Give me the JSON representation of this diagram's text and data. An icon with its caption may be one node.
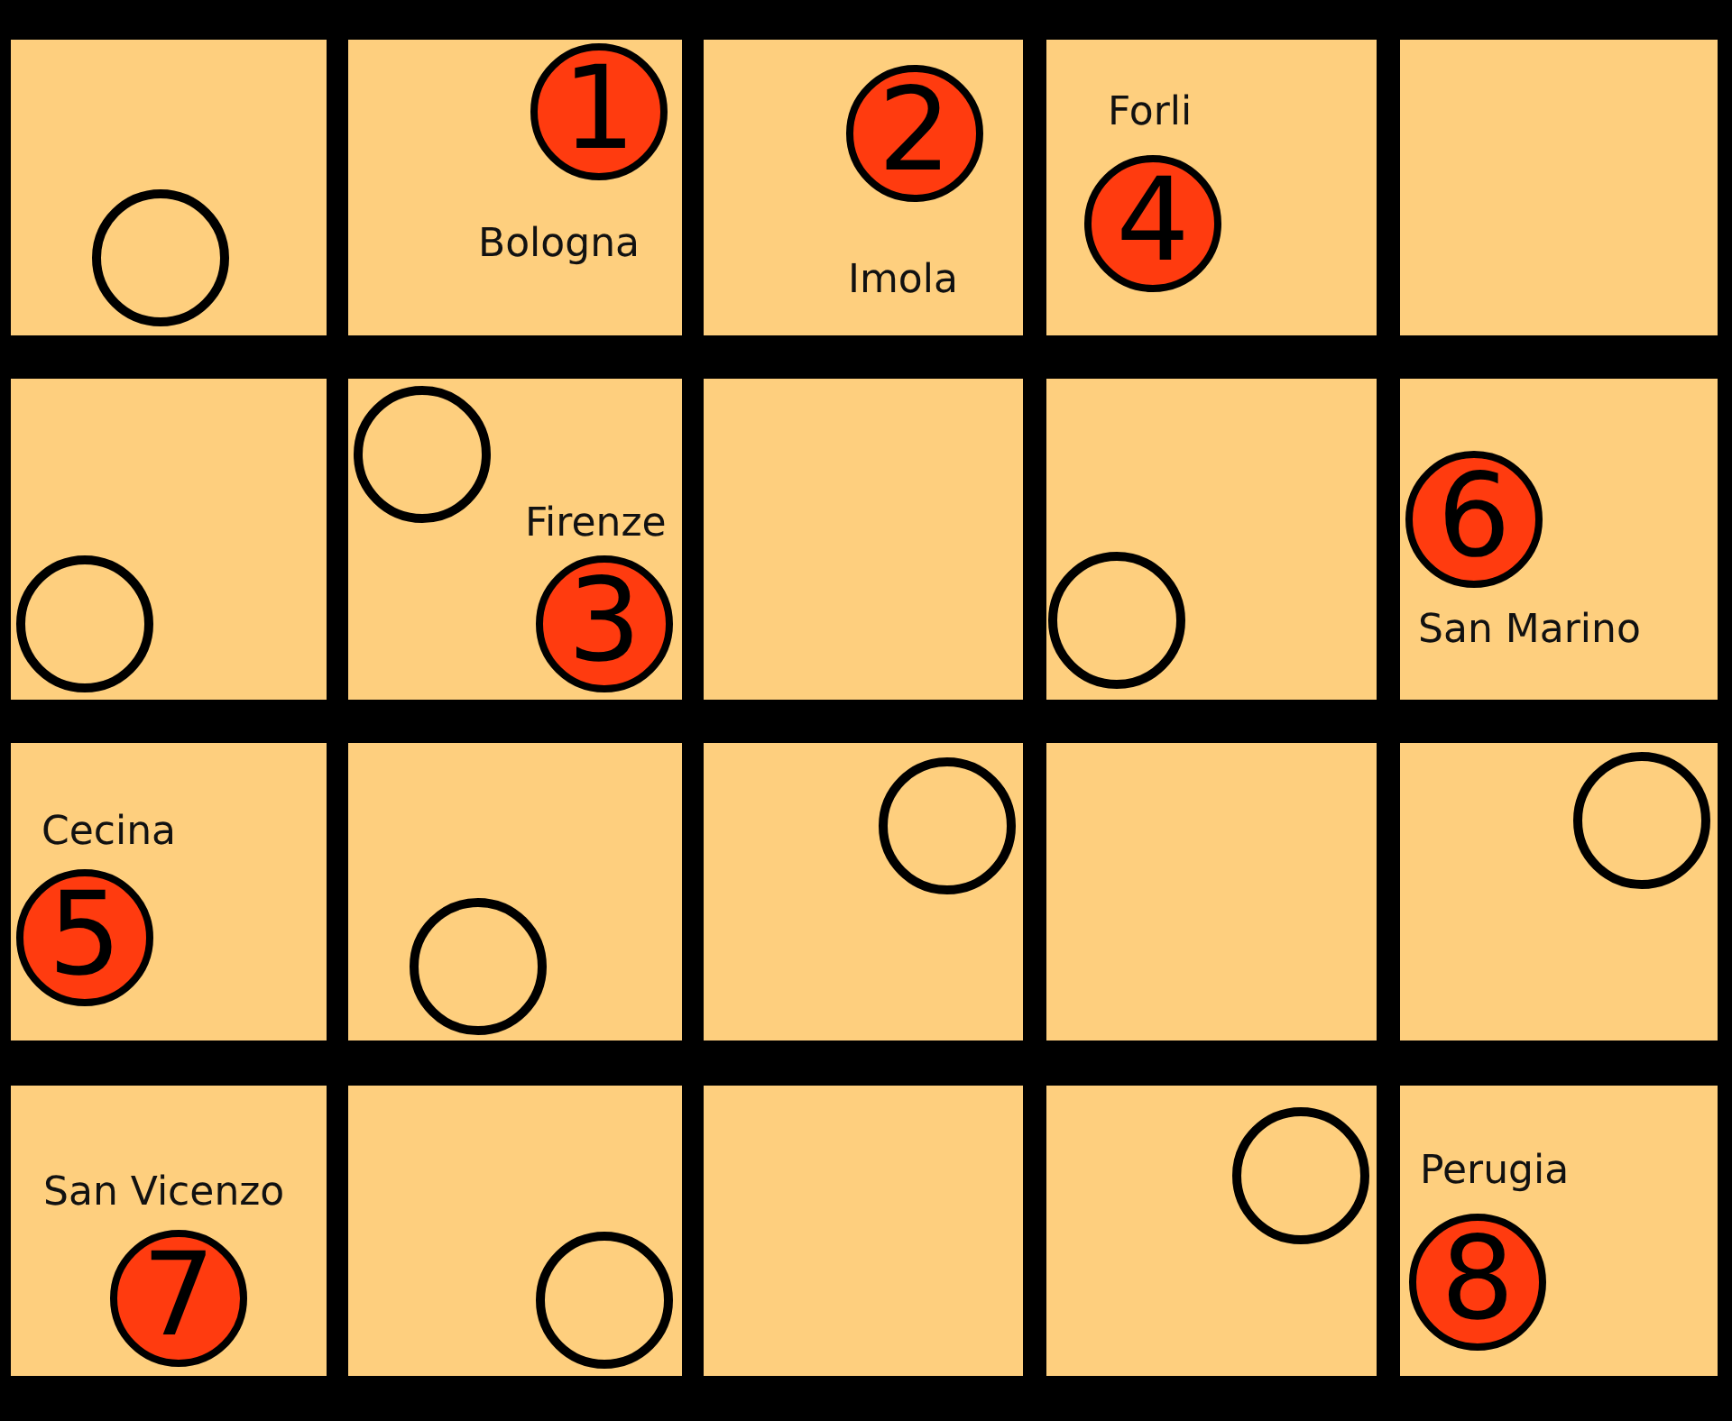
{
  "diagram": {
    "nodes": [
      {
        "text": [],
        "shape": "box"
      },
      {
        "text": [],
        "shape": "circle",
        "in": 0
      },
      {
        "text": [],
        "shape": "box"
      },
      {
        "text": [
          "1"
        ],
        "in": 2,
        "beside": [
          "Bologna"
        ]
      },
      {
        "text": [],
        "shape": "box"
      },
      {
        "text": [
          "2"
        ],
        "in": 4,
        "beside": [
          "Imola"
        ]
      },
      {
        "text": [],
        "shape": "box"
      },
      {
        "text": [
          "4"
        ],
        "in": 6,
        "beside": [
          "Forli"
        ]
      },
      {
        "text": [],
        "shape": "box"
      },
      {
        "text": [],
        "shape": "box"
      },
      {
        "text": [],
        "shape": "circle",
        "in": 9
      },
      {
        "text": [],
        "shape": "box"
      },
      {
        "text": [],
        "shape": "circle",
        "in": 11
      },
      {
        "text": [
          "3"
        ],
        "in": 11,
        "beside": [
          "Firenze"
        ]
      },
      {
        "text": [],
        "shape": "box"
      },
      {
        "text": [],
        "shape": "box"
      },
      {
        "text": [],
        "shape": "circle",
        "in": 15
      },
      {
        "text": [],
        "shape": "box"
      },
      {
        "text": [
          "6"
        ],
        "in": 17,
        "beside": [
          "San Marino"
        ]
      },
      {
        "text": [],
        "shape": "box"
      },
      {
        "text": [
          "5"
        ],
        "in": 19,
        "beside": [
          "Cecina"
        ]
      },
      {
        "text": [],
        "shape": "box"
      },
      {
        "text": [],
        "shape": "circle",
        "in": 21
      },
      {
        "text": [],
        "shape": "box"
      },
      {
        "text": [],
        "shape": "circle",
        "in": 23
      },
      {
        "text": [],
        "shape": "box"
      },
      {
        "text": [],
        "shape": "box"
      },
      {
        "text": [],
        "shape": "circle",
        "in": 26
      },
      {
        "text": [],
        "shape": "box"
      },
      {
        "text": [
          "7"
        ],
        "in": 28,
        "beside": [
          "San Vicenzo"
        ]
      },
      {
        "text": [],
        "shape": "box"
      },
      {
        "text": [],
        "shape": "circle",
        "in": 30
      },
      {
        "text": [],
        "shape": "box"
      },
      {
        "text": [],
        "shape": "box"
      },
      {
        "text": [],
        "shape": "circle",
        "in": 33
      },
      {
        "text": [],
        "shape": "box"
      },
      {
        "text": [
          "8"
        ],
        "in": 35,
        "beside": [
          "Perugia"
        ]
      }
    ]
  }
}
